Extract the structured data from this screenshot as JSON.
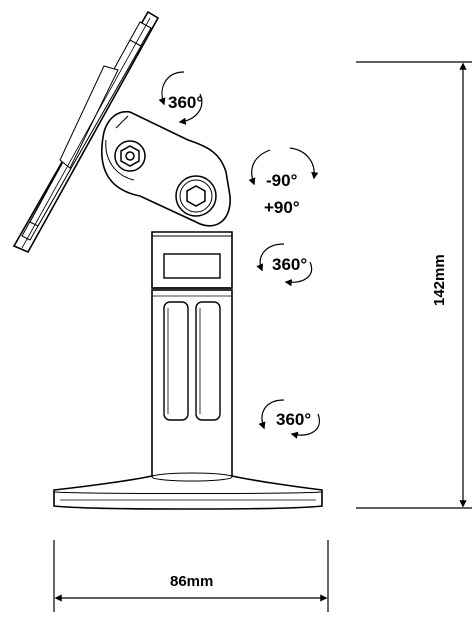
{
  "diagram": {
    "rotation_labels": {
      "tilt_head": "360°",
      "pitch_minus": "-90°",
      "pitch_plus": "+90°",
      "upper_column": "360°",
      "base": "360°"
    },
    "dimensions": {
      "height": "142mm",
      "width": "86mm"
    }
  },
  "colors": {
    "line": "#000000",
    "background": "#ffffff"
  }
}
